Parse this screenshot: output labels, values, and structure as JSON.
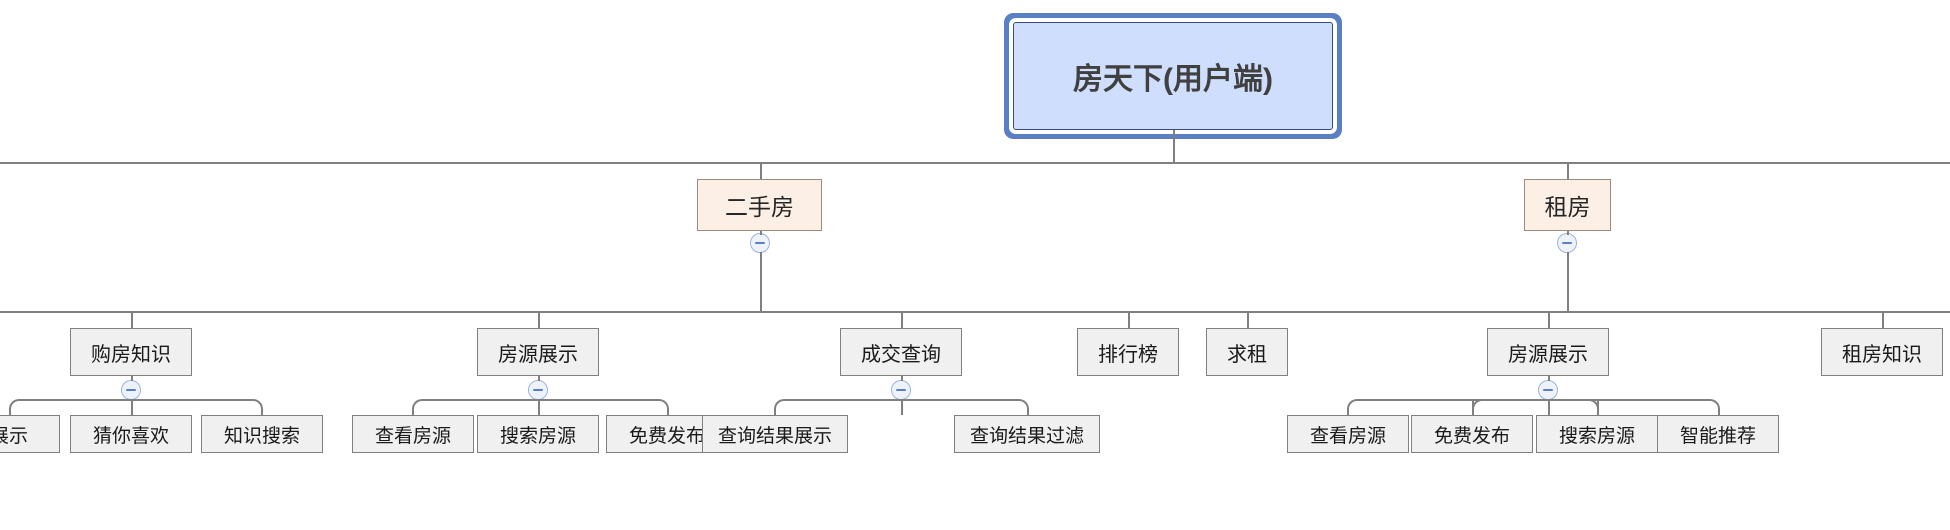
{
  "diagram": {
    "type": "mind-map-tree",
    "orientation": "top-down",
    "colors": {
      "root_fill": "#cfdefc",
      "root_border": "#3c4a6b",
      "root_selection": "#5b7fc4",
      "level2_fill": "#fcf0e6",
      "level2_border": "#9c8b7d",
      "node_fill": "#f0f0f0",
      "node_border": "#808080",
      "connector": "#808080",
      "collapse_fill": "#eef3fb",
      "collapse_stroke": "#9bb4dd",
      "collapse_glyph": "#5b7fc4"
    },
    "root": {
      "label": "房天下(用户端)",
      "selected": true
    },
    "level2": [
      {
        "id": "ershoufang",
        "label": "二手房",
        "collapsible": true,
        "collapse_state": "expanded"
      },
      {
        "id": "zufang",
        "label": "租房",
        "collapsible": true,
        "collapse_state": "expanded"
      }
    ],
    "level3": [
      {
        "id": "gou-fang-zhi-shi",
        "label": "购房知识",
        "parent": "ershoufang",
        "collapsible": true,
        "collapse_state": "expanded"
      },
      {
        "id": "fang-yuan-zhan-shi-1",
        "label": "房源展示",
        "parent": "ershoufang",
        "collapsible": true,
        "collapse_state": "expanded"
      },
      {
        "id": "cheng-jiao-cha-xun",
        "label": "成交查询",
        "parent": "ershoufang",
        "collapsible": true,
        "collapse_state": "expanded"
      },
      {
        "id": "pai-hang-bang",
        "label": "排行榜",
        "parent": "ershoufang",
        "collapsible": false,
        "collapse_state": "leaf"
      },
      {
        "id": "qiu-zu",
        "label": "求租",
        "parent": "zufang",
        "collapsible": false,
        "collapse_state": "leaf"
      },
      {
        "id": "fang-yuan-zhan-shi-2",
        "label": "房源展示",
        "parent": "zufang",
        "collapsible": true,
        "collapse_state": "expanded"
      },
      {
        "id": "zu-fang-zhi-shi",
        "label": "租房知识",
        "parent": "zufang",
        "collapsible": false,
        "collapse_state": "leaf"
      }
    ],
    "level4": [
      {
        "id": "zhan-shi",
        "label": "展示",
        "parent": "gou-fang-zhi-shi",
        "clipped": "left"
      },
      {
        "id": "cai-ni-xi-huan",
        "label": "猜你喜欢",
        "parent": "gou-fang-zhi-shi"
      },
      {
        "id": "zhi-shi-sou-suo",
        "label": "知识搜索",
        "parent": "gou-fang-zhi-shi"
      },
      {
        "id": "cha-kan-fang-yuan-1",
        "label": "查看房源",
        "parent": "fang-yuan-zhan-shi-1"
      },
      {
        "id": "sou-suo-fang-yuan-1",
        "label": "搜索房源",
        "parent": "fang-yuan-zhan-shi-1"
      },
      {
        "id": "mian-fei-fa-bu-1",
        "label": "免费发布",
        "parent": "fang-yuan-zhan-shi-1"
      },
      {
        "id": "cha-xun-jie-guo-zhan-shi",
        "label": "查询结果展示",
        "parent": "cheng-jiao-cha-xun"
      },
      {
        "id": "cha-xun-jie-guo-guo-lv",
        "label": "查询结果过滤",
        "parent": "cheng-jiao-cha-xun"
      },
      {
        "id": "cha-kan-fang-yuan-2",
        "label": "查看房源",
        "parent": "fang-yuan-zhan-shi-2"
      },
      {
        "id": "mian-fei-fa-bu-2",
        "label": "免费发布",
        "parent": "fang-yuan-zhan-shi-2"
      },
      {
        "id": "sou-suo-fang-yuan-2",
        "label": "搜索房源",
        "parent": "fang-yuan-zhan-shi-2"
      },
      {
        "id": "zhi-neng-tui-jian",
        "label": "智能推荐",
        "parent": "fang-yuan-zhan-shi-2"
      }
    ],
    "collapse_icon": "minus-circle-icon"
  }
}
